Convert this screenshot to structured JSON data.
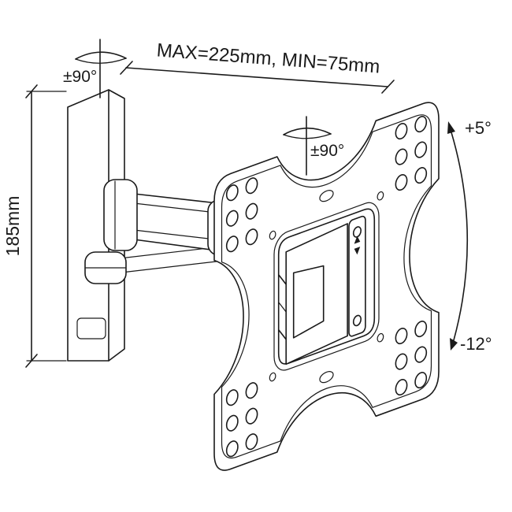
{
  "diagram": {
    "labels": {
      "max_min": "MAX=225mm, MIN=75mm",
      "swivel_wall": "±90°",
      "swivel_plate": "±90°",
      "tilt_up": "+5°",
      "tilt_down": "-12°",
      "height": "185mm"
    },
    "colors": {
      "line": "#1a1a1a",
      "background": "#ffffff"
    }
  }
}
